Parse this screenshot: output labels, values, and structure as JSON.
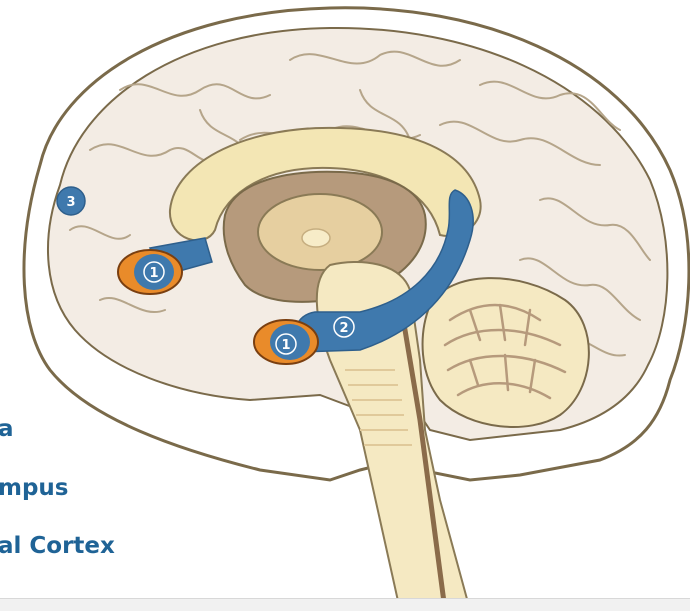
{
  "legend": {
    "item1": "a",
    "item2": "mpus",
    "item3": "al Cortex"
  },
  "markers": {
    "amygdala_front": "1",
    "amygdala_mid": "1",
    "hippocampus": "2",
    "prefrontal": "3"
  },
  "colors": {
    "outline": "#7a6a4a",
    "cortex": "#f3ece4",
    "brainstem": "#f5e9c2",
    "thalamus": "#e6cfa0",
    "deep": "#b69a7c",
    "accent_blue": "#3f79ad",
    "marker_orange": "#e98b2a",
    "label_blue": "#1f6396"
  }
}
